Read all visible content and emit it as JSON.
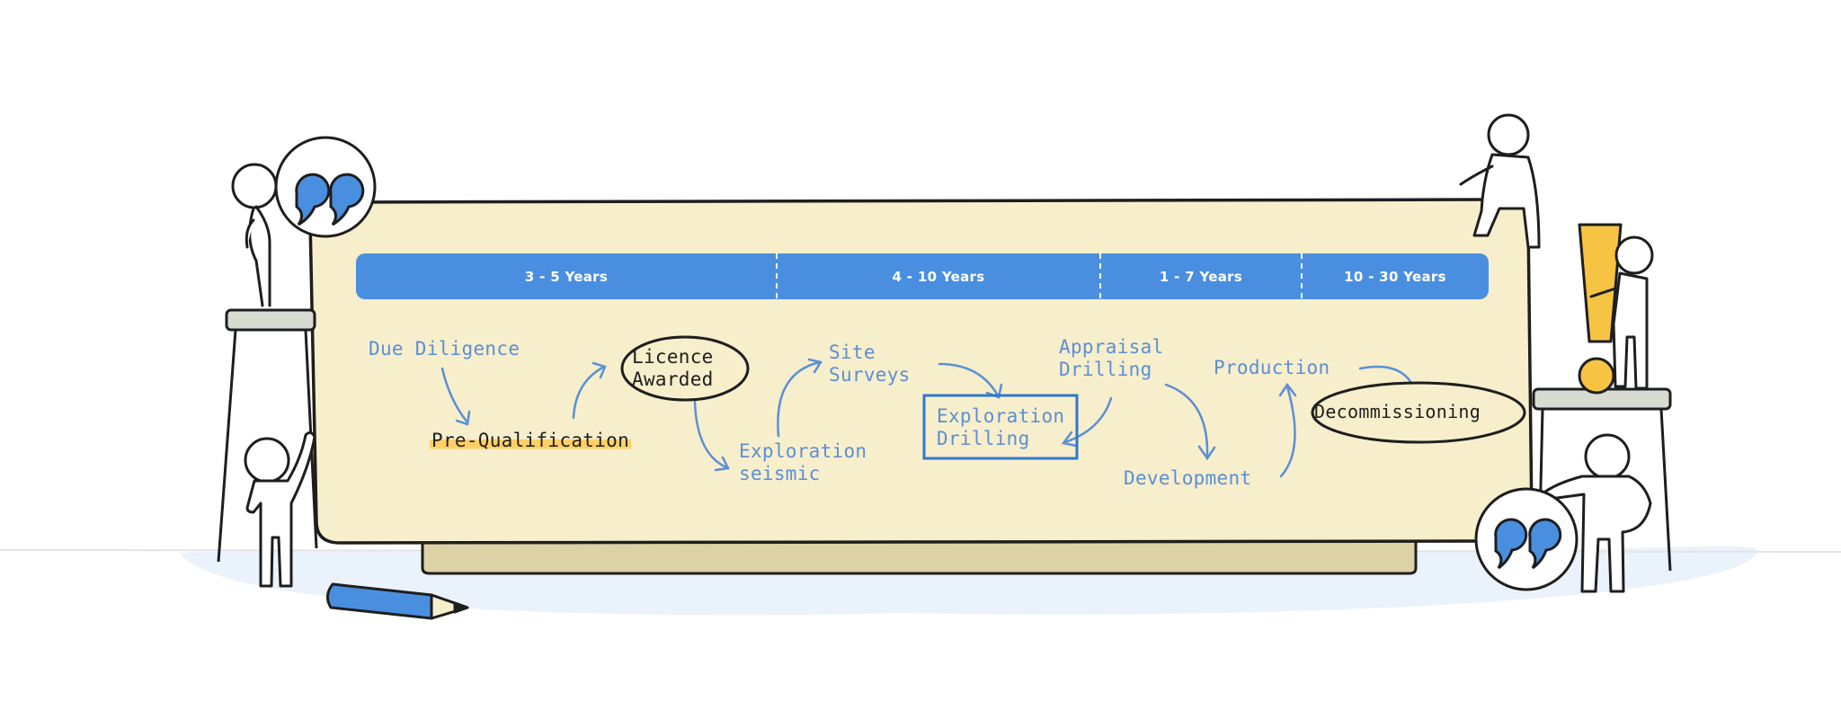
{
  "timeline": {
    "segments": [
      {
        "label": "3 - 5 Years"
      },
      {
        "label": "4 - 10 Years"
      },
      {
        "label": "1 - 7 Years"
      },
      {
        "label": "10 - 30 Years"
      }
    ]
  },
  "stages": {
    "due_diligence": "Due Diligence",
    "pre_qualification": "Pre-Qualification",
    "licence_awarded": "Licence\nAwarded",
    "exploration_seismic": "Exploration\nseismic",
    "site_surveys": "Site\nSurveys",
    "exploration_drilling": "Exploration\nDrilling",
    "appraisal_drilling": "Appraisal\nDrilling",
    "development": "Development",
    "production": "Production",
    "decommissioning": "Decommissioning"
  },
  "colors": {
    "board": "#f7eecb",
    "board_shadow": "#ddd2a6",
    "timeline_bar": "#4a8fdf",
    "label_blue": "#5b8fd6",
    "highlight": "#ffd066",
    "exclamation": "#f7c342",
    "floor": "#eaf2fb"
  },
  "icons": [
    "quote-bubble-icon",
    "exclamation-icon",
    "pencil-icon"
  ]
}
